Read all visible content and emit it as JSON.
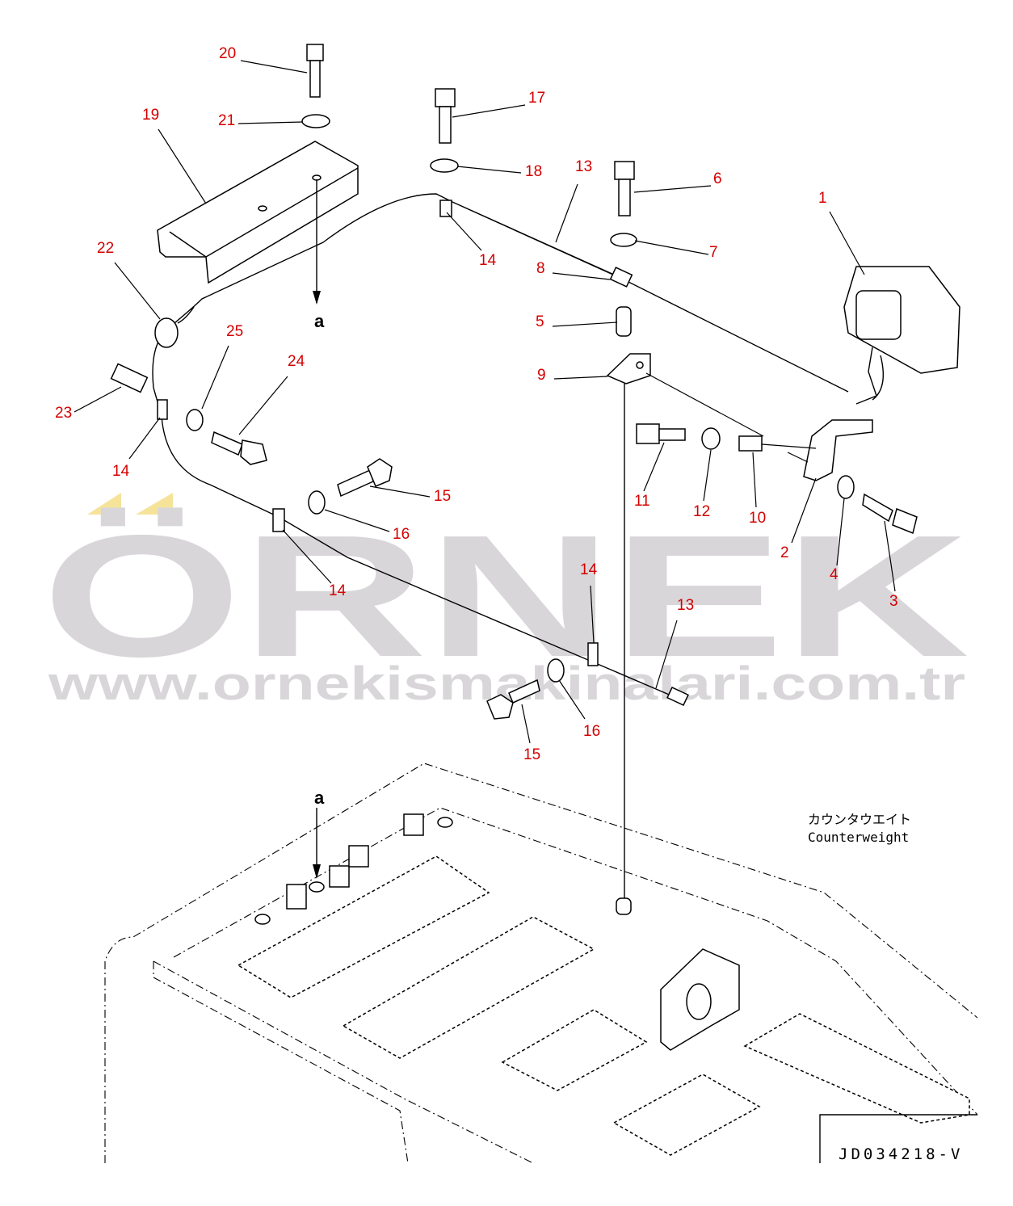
{
  "diagram": {
    "callouts": [
      "20",
      "21",
      "19",
      "17",
      "18",
      "13",
      "6",
      "7",
      "1",
      "22",
      "14",
      "8",
      "5",
      "25",
      "24",
      "9",
      "23",
      "14",
      "15",
      "16",
      "11",
      "12",
      "10",
      "2",
      "4",
      "3",
      "14",
      "14",
      "13",
      "16",
      "15"
    ],
    "view_marker": "a",
    "view_marker_target": "a",
    "note_jp": "カウンタウエイト",
    "note_en": "Counterweight",
    "drawing_code": "JD034218-V"
  },
  "watermark": {
    "brand": "ÖRNEK",
    "url": "www.ornekismakinalari.com.tr",
    "color": "#d9d6da",
    "accent": "#f5e39a"
  },
  "colors": {
    "callout": "#d40000"
  }
}
